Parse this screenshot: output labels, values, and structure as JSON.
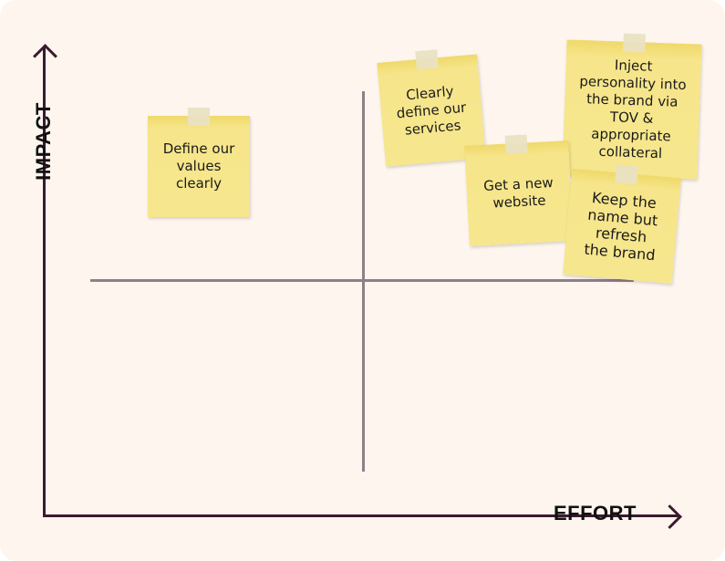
{
  "axes": {
    "y_label": "IMPACT",
    "x_label": "EFFORT"
  },
  "notes": [
    {
      "text": "Define our values clearly",
      "quadrant": "high-impact-low-effort"
    },
    {
      "text": "Clearly define our services",
      "quadrant": "high-impact-high-effort"
    },
    {
      "text": "Get a new website",
      "quadrant": "high-impact-high-effort"
    },
    {
      "text": "Inject personality into the brand via TOV & appropriate collateral",
      "quadrant": "high-impact-high-effort"
    },
    {
      "text": "Keep the name but refresh the brand",
      "quadrant": "high-impact-high-effort"
    }
  ],
  "colors": {
    "background": "#fdf5ee",
    "axis": "#3b1a30",
    "quadrant_lines": "#8e8088",
    "note": "#f6e68e"
  }
}
